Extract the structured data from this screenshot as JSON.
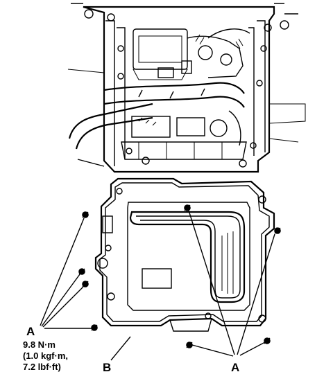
{
  "labels": {
    "a_left": "A",
    "torque_nm": "9.8 N·m",
    "torque_kgf": "(1.0 kgf·m,",
    "torque_lbf": "7.2 lbf·ft)",
    "b": "B",
    "a_bottom": "A"
  },
  "colors": {
    "ink": "#000000",
    "paper": "#ffffff"
  }
}
